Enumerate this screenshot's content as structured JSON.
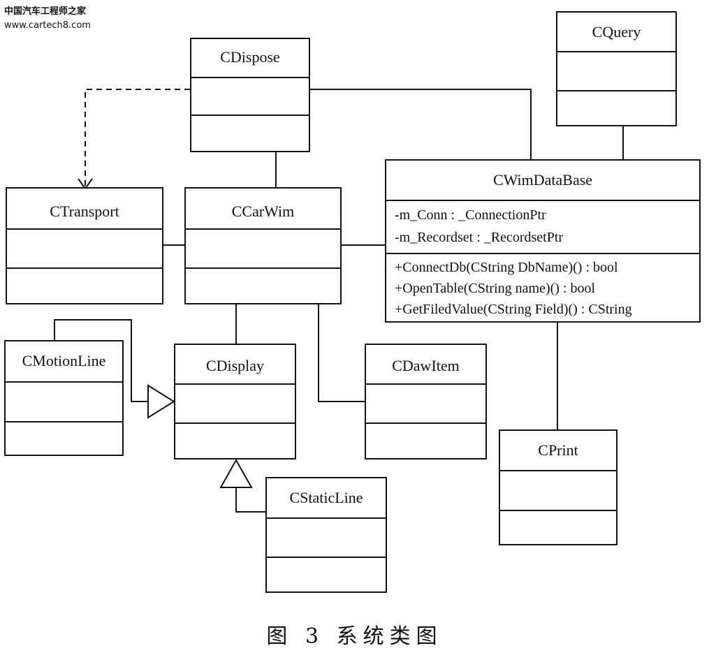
{
  "watermark": {
    "title": "中国汽车工程师之家",
    "url": "www.cartech8.com"
  },
  "caption": "图 3   系统类图",
  "classes": {
    "cdispose": {
      "name": "CDispose",
      "attributes": [],
      "operations": []
    },
    "cquery": {
      "name": "CQuery",
      "attributes": [],
      "operations": []
    },
    "ctransport": {
      "name": "CTransport",
      "attributes": [],
      "operations": []
    },
    "ccarwim": {
      "name": "CCarWim",
      "attributes": [],
      "operations": []
    },
    "cwimdatabase": {
      "name": "CWimDataBase",
      "attributes": [
        "-m_Conn : _ConnectionPtr",
        "-m_Recordset : _RecordsetPtr"
      ],
      "operations": [
        "+ConnectDb(CString DbName)() : bool",
        "+OpenTable(CString name)() : bool",
        "+GetFiledValue(CString Field)() : CString"
      ]
    },
    "cmotionline": {
      "name": "CMotionLine",
      "attributes": [],
      "operations": []
    },
    "cdisplay": {
      "name": "CDisplay",
      "attributes": [],
      "operations": []
    },
    "cdawitem": {
      "name": "CDawItem",
      "attributes": [],
      "operations": []
    },
    "cprint": {
      "name": "CPrint",
      "attributes": [],
      "operations": []
    },
    "cstaticline": {
      "name": "CStaticLine",
      "attributes": [],
      "operations": []
    }
  }
}
